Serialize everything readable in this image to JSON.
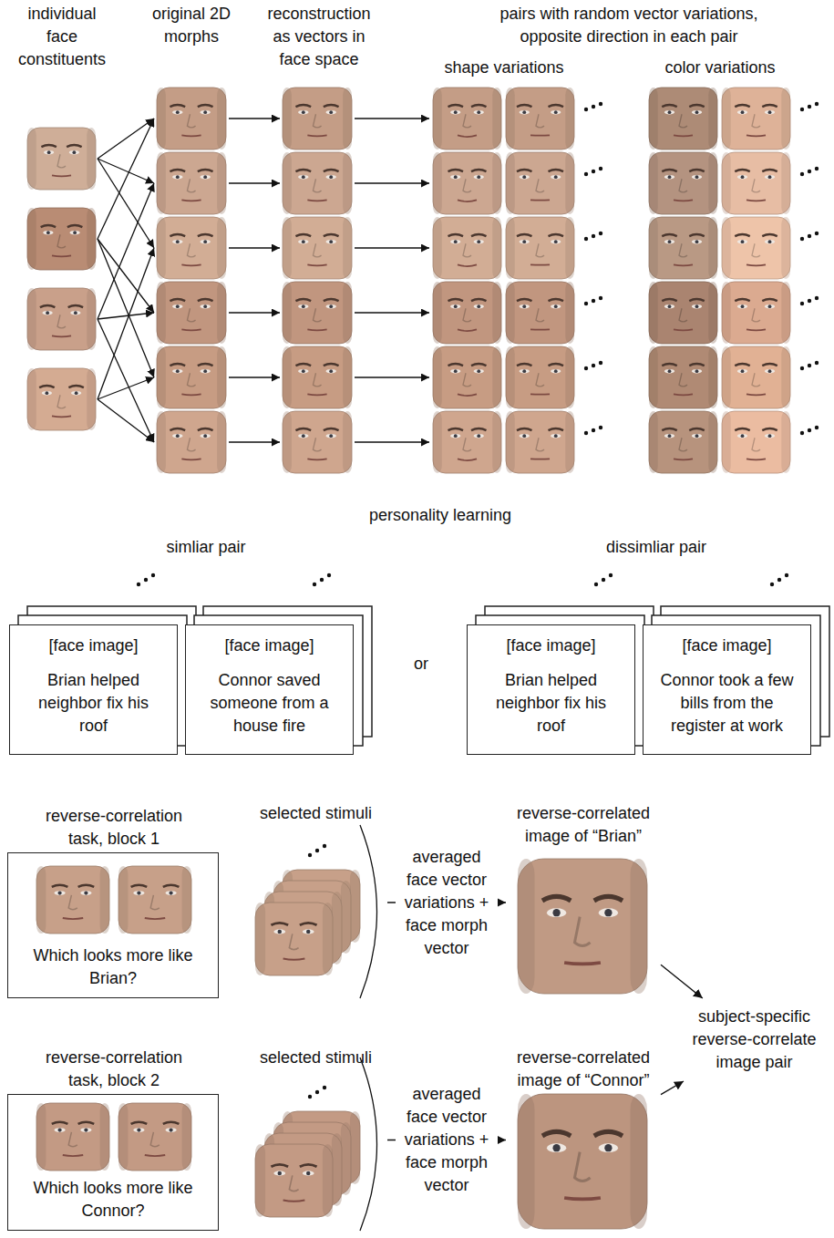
{
  "diagram": {
    "nodes": [
      {
        "text": [
          "[face image]",
          "Brian helped neighbor fix his roof"
        ]
      },
      {
        "text": [
          "[face image]",
          "Connor saved someone from a house fire"
        ]
      },
      {
        "text": [
          "[face image]",
          "Brian helped neighbor fix his roof"
        ]
      },
      {
        "text": [
          "[face image]",
          "Connor took a few bills from the register at work"
        ]
      },
      {
        "text": [
          "reverse-correlation task, block 1",
          "Which looks more like Brian?"
        ]
      },
      {
        "text": [
          "selected stimuli"
        ]
      },
      {
        "text": [
          "reverse-correlated image of “Brian”"
        ]
      },
      {
        "text": [
          "subject-specific reverse-correlate image pair"
        ]
      },
      {
        "text": [
          "reverse-correlation task, block 2",
          "Which looks more like Connor?"
        ]
      },
      {
        "text": [
          "selected stimuli"
        ]
      },
      {
        "text": [
          "reverse-correlated image of “Connor”"
        ]
      }
    ],
    "edges": [
      {
        "from": 5,
        "to": 6,
        "label": "averaged face vector variations + face morph vector",
        "arrow": "to"
      },
      {
        "from": 6,
        "to": 7,
        "arrow": "to"
      },
      {
        "from": 9,
        "to": 10,
        "label": "averaged face vector variations + face morph vector",
        "arrow": "to"
      },
      {
        "from": 10,
        "to": 7,
        "arrow": "to"
      }
    ],
    "labels": [
      "individual face constituents",
      "original 2D morphs",
      "reconstruction as vectors in face space",
      "pairs with random vector variations, opposite direction in each pair",
      "shape variations",
      "color variations",
      "personality learning",
      "simliar pair",
      "dissimliar pair",
      "or"
    ]
  }
}
